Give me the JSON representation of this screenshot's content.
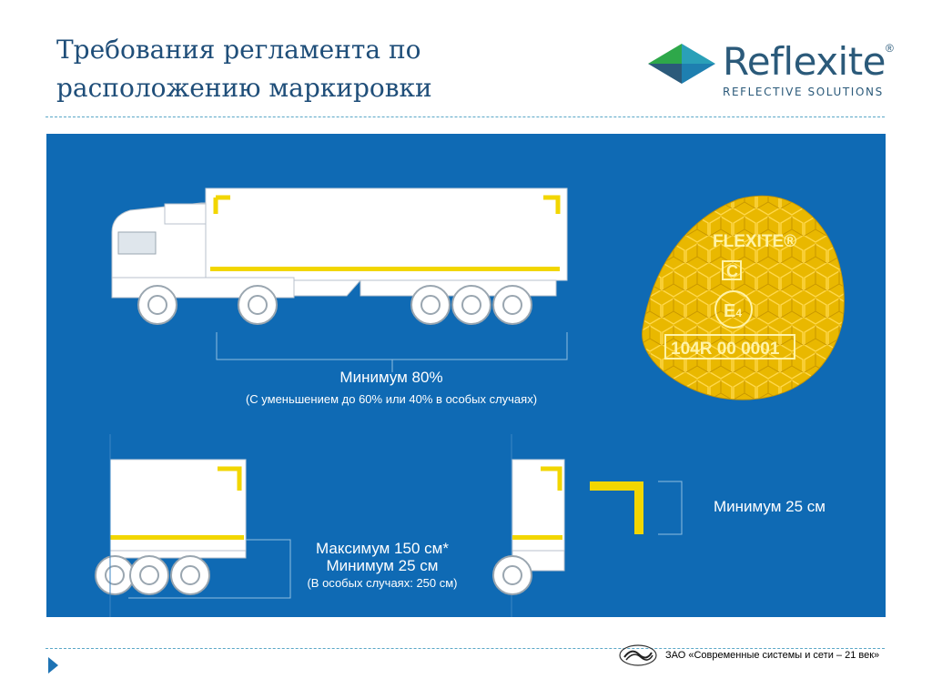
{
  "slide": {
    "title": "Требования регламента по\nрасположению маркировки"
  },
  "logo": {
    "name": "Reflexite",
    "registered": "®",
    "tagline": "REFLECTIVE SOLUTIONS",
    "colors": {
      "blue": "#2b5a7a",
      "green": "#2ea84a",
      "teal": "#2aa0b8"
    }
  },
  "diagram": {
    "label_min_percent": "Минимум 80%",
    "label_min_percent_note": "(С уменьшением до 60% или 40% в особых случаях)",
    "label_max_height": "Максимум 150 см*",
    "label_min_height": "Минимум 25 см",
    "label_height_note": "(В особых случаях: 250 см)",
    "label_corner_min": "Минимум 25 см",
    "marker": {
      "brand_text": "FLEXITE®",
      "class_letter": "C",
      "approval": "E4",
      "approval_main": "E",
      "approval_sub": "4",
      "code": "104R 00 0001"
    },
    "colors": {
      "background": "#0f6ab4",
      "marking": "#f2d600",
      "truck": "#ffffff"
    }
  },
  "footer": {
    "company": "ЗАО «Современные системы и сети – 21 век»",
    "arrow_icon": "triangle-right-icon"
  }
}
